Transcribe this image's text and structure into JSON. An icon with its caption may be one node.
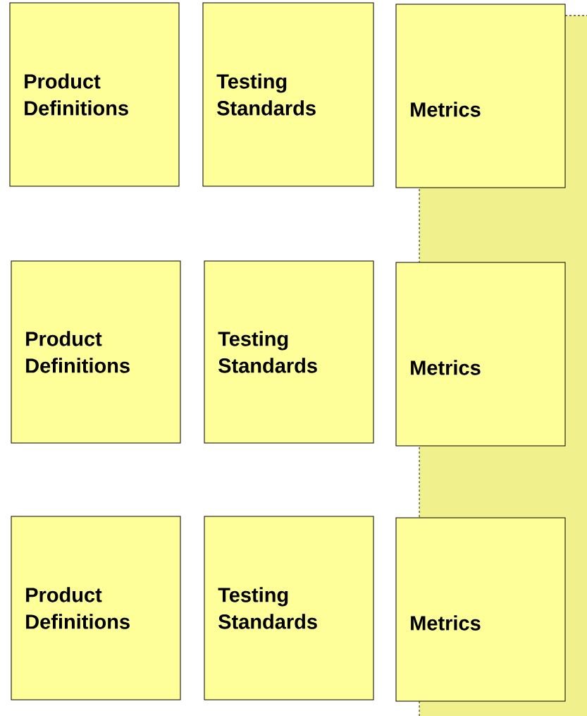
{
  "diagram": {
    "nodes": [
      {
        "text": [
          "Product Definitions"
        ]
      },
      {
        "text": [
          "Testing Standards"
        ]
      },
      {
        "text": [
          "Metrics"
        ]
      },
      {
        "text": [
          "Product Definitions"
        ]
      },
      {
        "text": [
          "Testing Standards"
        ]
      },
      {
        "text": [
          "Metrics"
        ]
      },
      {
        "text": [
          "Product Definitions"
        ]
      },
      {
        "text": [
          "Testing Standards"
        ]
      },
      {
        "text": [
          "Metrics"
        ]
      }
    ]
  }
}
